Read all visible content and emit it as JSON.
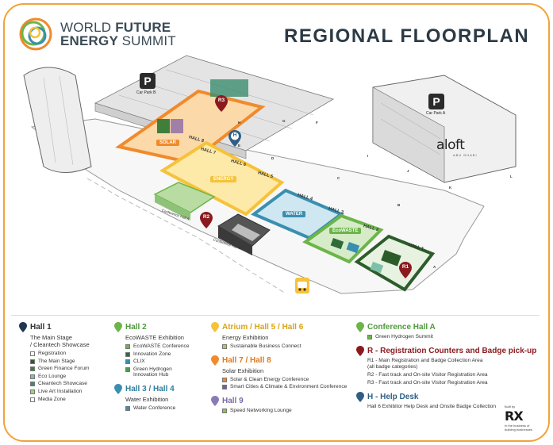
{
  "header": {
    "logo_line1_light": "WORLD ",
    "logo_line1_bold": "FUTURE",
    "logo_line2_bold": "ENERGY ",
    "logo_line2_light": "SUMMIT",
    "title": "REGIONAL FLOORPLAN"
  },
  "map": {
    "parking": [
      {
        "letter": "P",
        "caption": "Car Park B"
      },
      {
        "letter": "P",
        "caption": "Car Park A"
      }
    ],
    "hotel": {
      "name": "aloft",
      "sub": "ABU DHABI"
    },
    "halls": {
      "hall7": "HALL 7",
      "hall6": "HALL 6",
      "hall5": "HALL 5",
      "hall4": "HALL 4",
      "hall3": "HALL 3",
      "hall2": "HALL 2",
      "hall1": "HALL 1",
      "hall8": "HALL 8"
    },
    "zones": {
      "solar": "SOLAR",
      "energy": "ENERGY",
      "water": "WATER",
      "ecowaste": "EcoWASTE"
    },
    "zone_colors": {
      "solar": "#f08a2c",
      "energy": "#f5c23a",
      "water": "#3a8fb0",
      "ecowaste": "#6cb548",
      "hall1": "#2d5c2b"
    },
    "conference_halls": {
      "a": "Conference Hall A",
      "b": "Conference Hall B"
    },
    "gates": [
      "A",
      "B",
      "C",
      "D",
      "E",
      "F",
      "G",
      "H",
      "I",
      "J",
      "K",
      "L"
    ],
    "pins": [
      {
        "label": "R3",
        "color": "#8b1a1f"
      },
      {
        "label": "H",
        "color": "#2f5f86"
      },
      {
        "label": "R2",
        "color": "#8b1a1f"
      },
      {
        "label": "R1",
        "color": "#8b1a1f"
      }
    ],
    "icons": [
      "taxi-icon"
    ]
  },
  "legend": {
    "hall1": {
      "title": "Hall 1",
      "subtitle_line1": "The Main Stage",
      "subtitle_line2": "/ Cleantech Showcase",
      "pin_color": "#1f3550",
      "items": [
        {
          "label": "Registration",
          "color": "#ffffff"
        },
        {
          "label": "The Main Stage",
          "color": "#2d5c2b"
        },
        {
          "label": "Green Finance Forum",
          "color": "#3f7f3a"
        },
        {
          "label": "Eco Lounge",
          "color": "#7cc0a8"
        },
        {
          "label": "Cleantech Showcase",
          "color": "#3b8c6e"
        },
        {
          "label": "Live Art Installation",
          "color": "#9fd27a"
        },
        {
          "label": "Media Zone",
          "color": "#ffffff"
        }
      ]
    },
    "hall2": {
      "title": "Hall 2",
      "subtitle": "EcoWASTE Exhibition",
      "pin_color": "#6cb548",
      "items": [
        {
          "label": "EcoWASTE Conference",
          "color": "#6cb548"
        },
        {
          "label": "Innovation Zone",
          "color": "#2f6b3a"
        },
        {
          "label": "CLIX",
          "color": "#3a8fb0"
        },
        {
          "label": "Green Hydrogen",
          "label2": "Innovation Hub",
          "color": "#4e9a52"
        }
      ]
    },
    "hall34": {
      "title": "Hall 3 / Hall 4",
      "subtitle": "Water Exhibition",
      "pin_color": "#3a8fb0",
      "items": [
        {
          "label": "Water Conference",
          "color": "#3a8fb0"
        }
      ]
    },
    "atrium": {
      "title": "Atrium / Hall 5 / Hall 6",
      "subtitle": "Energy Exhibition",
      "pin_color": "#f5c23a",
      "items": [
        {
          "label": "Sustainable Business Connect",
          "color": "#b5c84a"
        }
      ]
    },
    "hall78": {
      "title": "Hall 7 / Hall 8",
      "subtitle": "Solar Exhibition",
      "pin_color": "#f08a2c",
      "items": [
        {
          "label": "Solar & Clean Energy Conference",
          "color": "#f08a2c"
        },
        {
          "label": "Smart Cities & Climate & Environment Conference",
          "color": "#7a5aa8"
        }
      ]
    },
    "hall9": {
      "title": "Hall 9",
      "pin_color": "#8a7ab8",
      "items": [
        {
          "label": "Speed Networking Lounge",
          "color": "#8cc63f"
        }
      ]
    },
    "confa": {
      "title": "Conference Hall A",
      "pin_color": "#6cb548",
      "items": [
        {
          "label": "Green Hydrogen Summit",
          "color": "#6cb548"
        }
      ]
    },
    "registration": {
      "title": "R - Registration Counters and Badge pick-up",
      "pin_color": "#8b1a1f",
      "lines": [
        "R1 - Main Registration and Badge Collection Area",
        "(all badge categories)",
        "R2 - Fast track and On-site Visitor Registration Area",
        "R3 - Fast track and On-site Visitor Registration Area"
      ]
    },
    "helpdesk": {
      "title": "H - Help Desk",
      "pin_color": "#2f5f86",
      "line": "Hall 6 Exhibitor Help Desk and Onsite Badge Collection"
    },
    "rx": {
      "mark": "RX",
      "caption_line1": "Built by",
      "caption_line2": "In the business of building businesses"
    }
  }
}
